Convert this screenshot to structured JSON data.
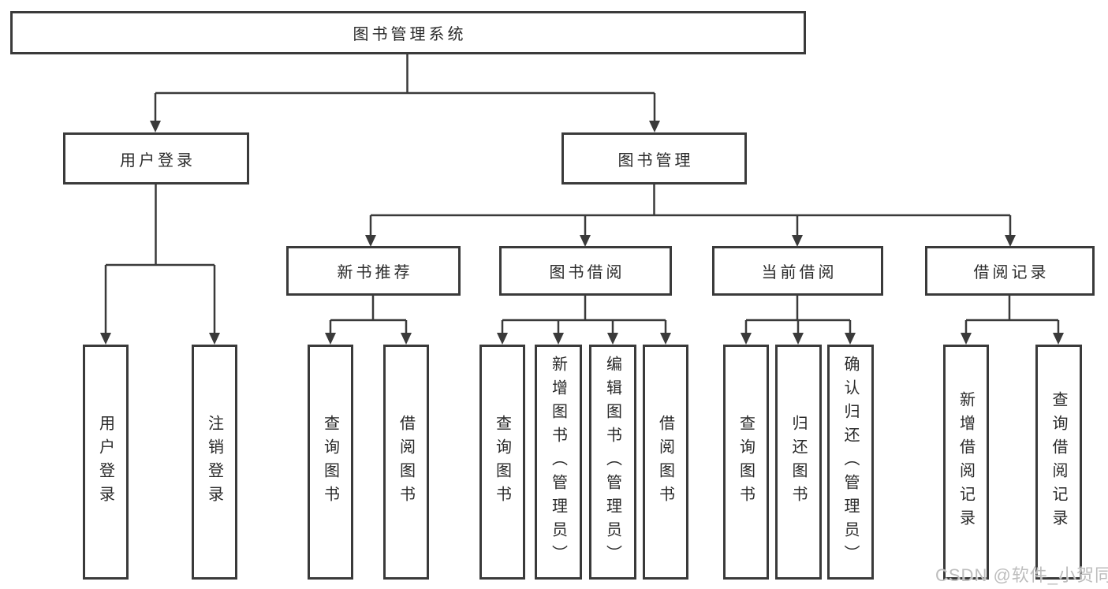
{
  "diagram": {
    "root": {
      "label": "图书管理系统"
    },
    "login_branch": {
      "label": "用户登录",
      "children": [
        {
          "label": "用户登录"
        },
        {
          "label": "注销登录"
        }
      ]
    },
    "management_branch": {
      "label": "图书管理",
      "groups": [
        {
          "label": "新书推荐",
          "children": [
            {
              "label": "查询图书"
            },
            {
              "label": "借阅图书"
            }
          ]
        },
        {
          "label": "图书借阅",
          "children": [
            {
              "label": "查询图书"
            },
            {
              "label": "新增图书（管理员）"
            },
            {
              "label": "编辑图书（管理员）"
            },
            {
              "label": "借阅图书"
            }
          ]
        },
        {
          "label": "当前借阅",
          "children": [
            {
              "label": "查询图书"
            },
            {
              "label": "归还图书"
            },
            {
              "label": "确认归还（管理员）"
            }
          ]
        },
        {
          "label": "借阅记录",
          "children": [
            {
              "label": "新增借阅记录"
            },
            {
              "label": "查询借阅记录"
            }
          ]
        }
      ]
    }
  },
  "watermark": {
    "text": "CSDN @软件_小贺同学"
  },
  "colors": {
    "line": "#3a3a3a",
    "box_border": "#3a3a3a",
    "text": "#2a2a2a",
    "background": "#ffffff",
    "watermark": "#bdbdbd"
  }
}
